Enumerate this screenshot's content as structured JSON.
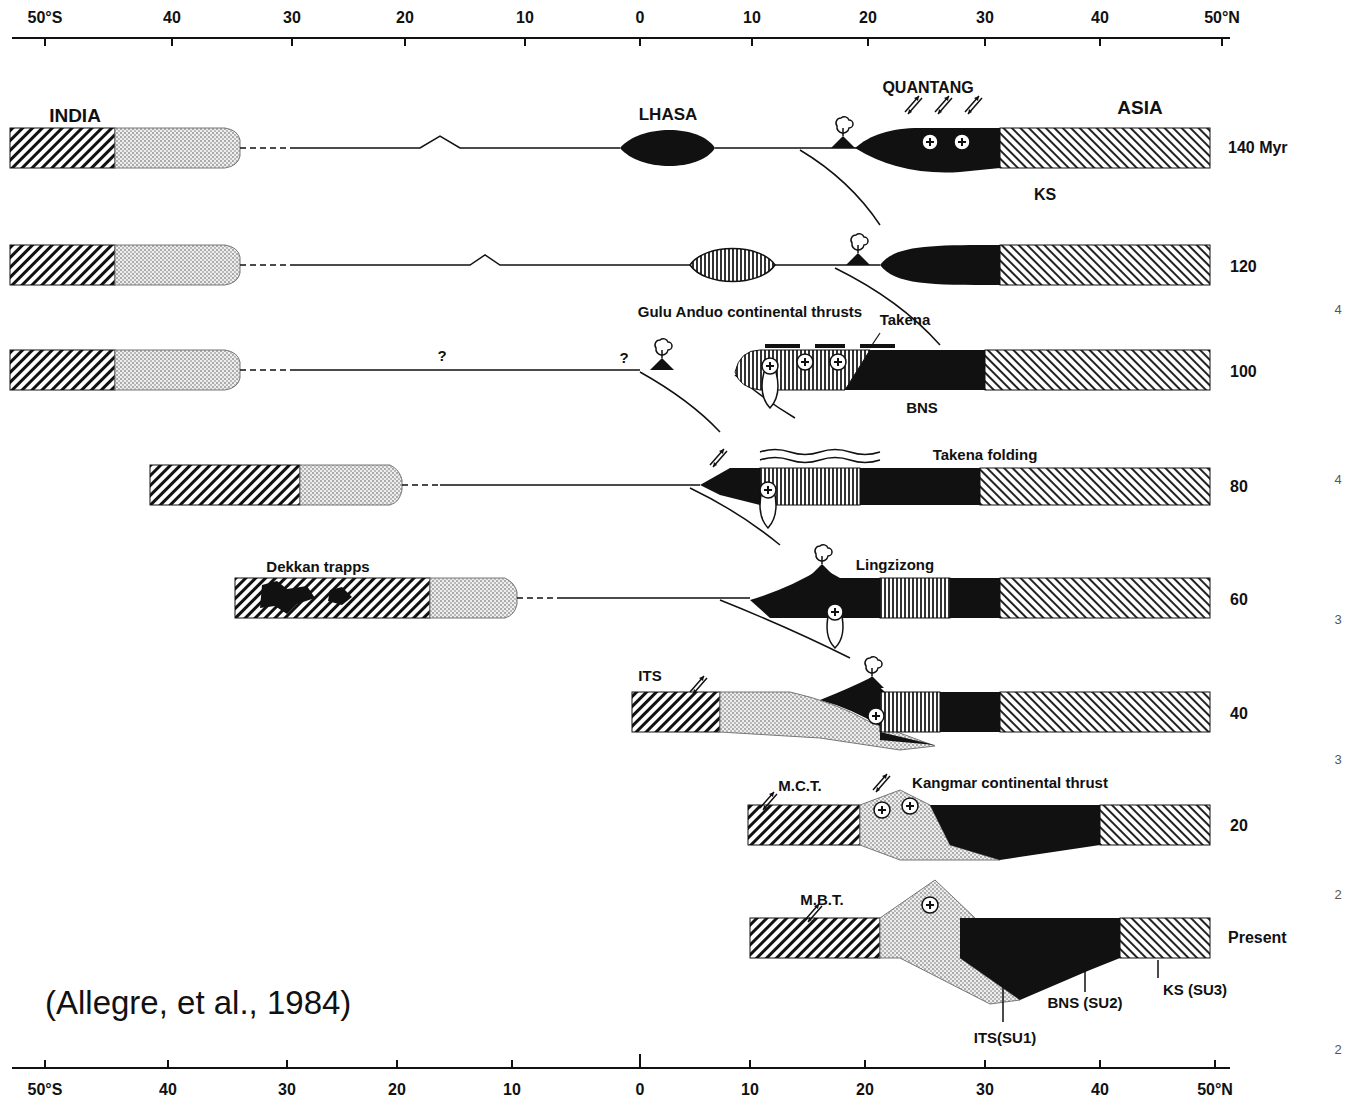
{
  "diagram": {
    "caption": "(Allegre, et al., 1984)",
    "labels": [
      "50°S",
      "40",
      "30",
      "20",
      "10",
      "0",
      "10",
      "20",
      "30",
      "40",
      "50°N",
      "50°S",
      "40",
      "30",
      "20",
      "10",
      "0",
      "10",
      "20",
      "30",
      "40",
      "50°N",
      "INDIA",
      "LHASA",
      "QUANTANG",
      "ASIA",
      "140 Myr",
      "KS",
      "120",
      "Gulu Anduo continental thrusts",
      "Takena",
      "?",
      "?",
      "100",
      "BNS",
      "Takena folding",
      "80",
      "Dekkan trapps",
      "Lingzizong",
      "60",
      "ITS",
      "40",
      "M.C.T.",
      "Kangmar continental thrust",
      "20",
      "M.B.T.",
      "Present",
      "BNS (SU2)",
      "KS (SU3)",
      "ITS(SU1)",
      "4",
      "4",
      "3",
      "3",
      "2",
      "2"
    ]
  }
}
